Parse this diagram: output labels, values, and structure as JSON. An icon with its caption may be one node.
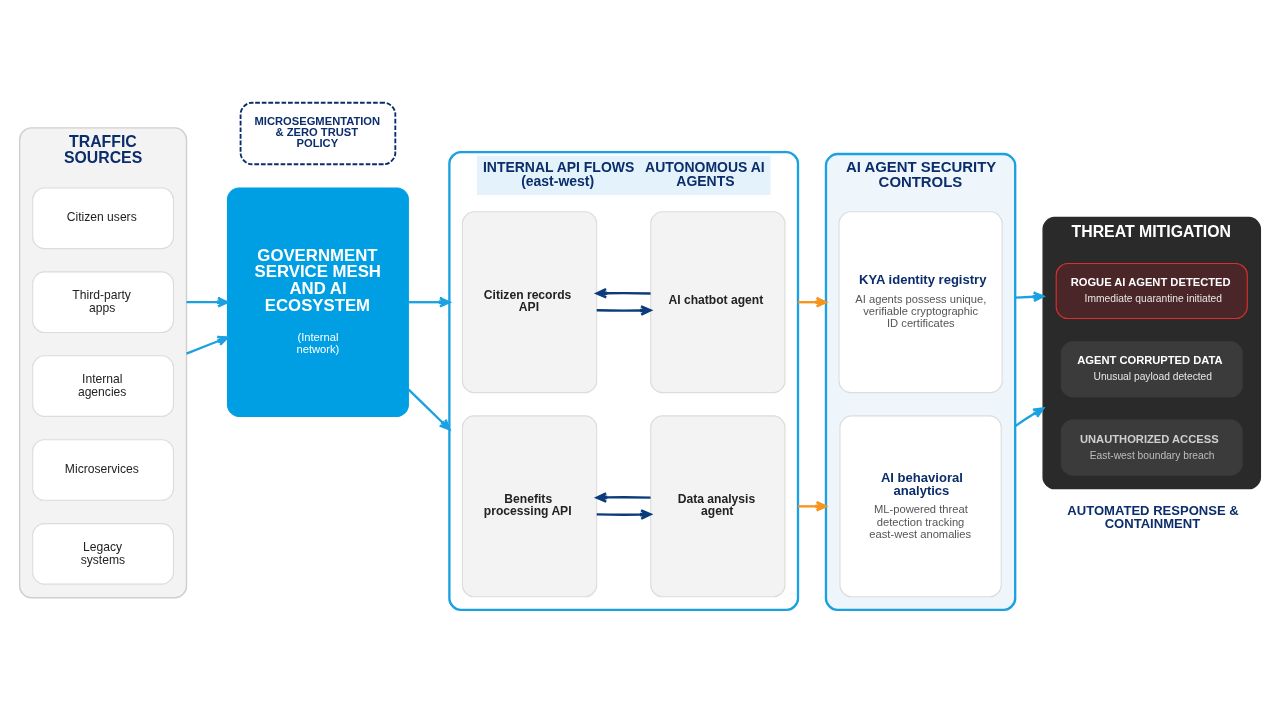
{
  "diagram": {
    "nodes": [
      {
        "text": [
          "TRAFFIC SOURCES"
        ]
      },
      {
        "text": [
          "Citizen users"
        ],
        "in": 0
      },
      {
        "text": [
          "Third-party apps"
        ],
        "in": 0
      },
      {
        "text": [
          "Internal agencies"
        ],
        "in": 0
      },
      {
        "text": [
          "Microservices"
        ],
        "in": 0
      },
      {
        "text": [
          "Legacy systems"
        ],
        "in": 0
      },
      {
        "text": [
          "MICROSEGMENTATION & ZERO TRUST POLICY"
        ]
      },
      {
        "text": [
          "GOVERNMENT SERVICE MESH AND AI ECOSYSTEM",
          "(Internal network)"
        ]
      },
      {
        "text": [
          "INTERNAL API FLOWS (east-west)",
          "AUTONOMOUS AI AGENTS"
        ]
      },
      {
        "text": [
          "Citizen records API"
        ],
        "in": 8
      },
      {
        "text": [
          "AI chatbot agent"
        ],
        "in": 8
      },
      {
        "text": [
          "Benefits processing API"
        ],
        "in": 8
      },
      {
        "text": [
          "Data analysis agent"
        ],
        "in": 8
      },
      {
        "text": [
          "AI AGENT SECURITY CONTROLS"
        ]
      },
      {
        "text": [
          "KYA identity registry",
          "AI agents possess unique, verifiable cryptographic ID certificates"
        ],
        "in": 13
      },
      {
        "text": [
          "AI behavioral analytics",
          "ML-powered threat detection tracking east-west anomalies"
        ],
        "in": 13
      },
      {
        "text": [
          "THREAT MITIGATION"
        ]
      },
      {
        "text": [
          "ROGUE AI AGENT DETECTED",
          "Immediate quarantine initiated"
        ],
        "in": 16
      },
      {
        "text": [
          "AGENT CORRUPTED DATA",
          "Unusual payload detected"
        ],
        "in": 16
      },
      {
        "text": [
          "UNAUTHORIZED ACCESS",
          "East-west boundary breach"
        ],
        "in": 16
      }
    ],
    "edges": [
      {
        "from": 0,
        "to": 7,
        "arrow": "to"
      },
      {
        "from": 0,
        "to": 7,
        "arrow": "to"
      },
      {
        "from": 7,
        "to": 8,
        "arrow": "to"
      },
      {
        "from": 7,
        "to": 8,
        "arrow": "to"
      },
      {
        "from": 9,
        "to": 10,
        "arrow": "to",
        "color": "#0b3b7a"
      },
      {
        "from": 10,
        "to": 9,
        "arrow": "to",
        "color": "#0b3b7a"
      },
      {
        "from": 11,
        "to": 12,
        "arrow": "to",
        "color": "#0b3b7a"
      },
      {
        "from": 12,
        "to": 11,
        "arrow": "to",
        "color": "#0b3b7a"
      },
      {
        "from": 8,
        "to": 13,
        "arrow": "to",
        "color": "#f7941d"
      },
      {
        "from": 8,
        "to": 13,
        "arrow": "to",
        "color": "#f7941d"
      },
      {
        "from": 13,
        "to": 16,
        "arrow": "to"
      },
      {
        "from": 13,
        "to": 16,
        "arrow": "to"
      }
    ],
    "labels": [
      "AUTOMATED RESPONSE & CONTAINMENT"
    ]
  }
}
